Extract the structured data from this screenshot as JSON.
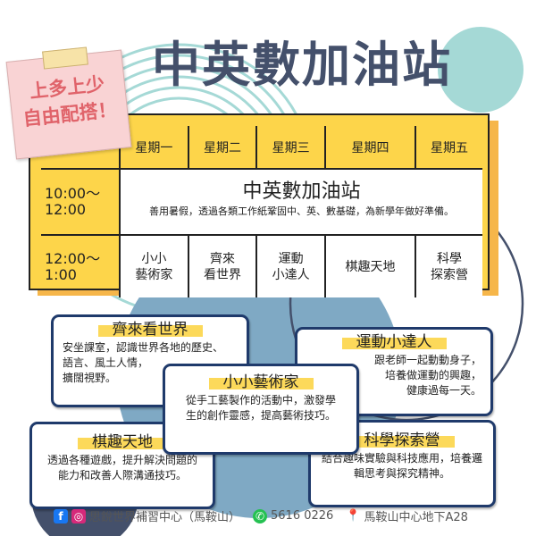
{
  "title": "中英數加油站",
  "note": {
    "line1": "上多上少",
    "line2": "自由配搭！"
  },
  "table": {
    "days": [
      "星期一",
      "星期二",
      "星期三",
      "星期四",
      "星期五"
    ],
    "rows": [
      {
        "time1": "10:00～",
        "time2": "12:00",
        "title": "中英數加油站",
        "desc": "善用暑假，透過各類工作紙鞏固中、英、數基礎，為新學年做好準備。"
      },
      {
        "time1": "12:00～",
        "time2": "1:00",
        "cells": [
          [
            "小小",
            "藝術家"
          ],
          [
            "齊來",
            "看世界"
          ],
          [
            "運動",
            "小達人"
          ],
          [
            "棋趣天地",
            ""
          ],
          [
            "科學",
            "探索營"
          ]
        ]
      }
    ]
  },
  "cards": [
    {
      "title": "齊來看世界",
      "lines": [
        "安坐課室，認識世界各地的歷史、",
        "語言、風土人情，",
        "擴闊視野。"
      ]
    },
    {
      "title": "運動小達人",
      "lines": [
        "跟老師一起動動身子，",
        "培養做運動的興趣，",
        "健康過每一天。"
      ]
    },
    {
      "title": "小小藝術家",
      "lines": [
        "從手工藝製作的活動中，激發學",
        "生的創作靈感，提高藝術技巧。"
      ]
    },
    {
      "title": "棋趣天地",
      "lines": [
        "透過各種遊戲，提升解決問題的",
        "能力和改善人際溝通技巧。"
      ]
    },
    {
      "title": "科學探索營",
      "lines": [
        "結合趣味實驗與科技應用，培養邏",
        "輯思考與探究精神。"
      ]
    }
  ],
  "footer": {
    "name": "思銳世界補習中心（馬鞍山）",
    "phone": "5616 0226",
    "address": "馬鞍山中心地下A28"
  },
  "colors": {
    "title": "#44506b",
    "yellow": "#fdd54a",
    "teal": "#a5d9d6",
    "blue": "#7fa9c4",
    "navy": "#1f3a6b"
  }
}
